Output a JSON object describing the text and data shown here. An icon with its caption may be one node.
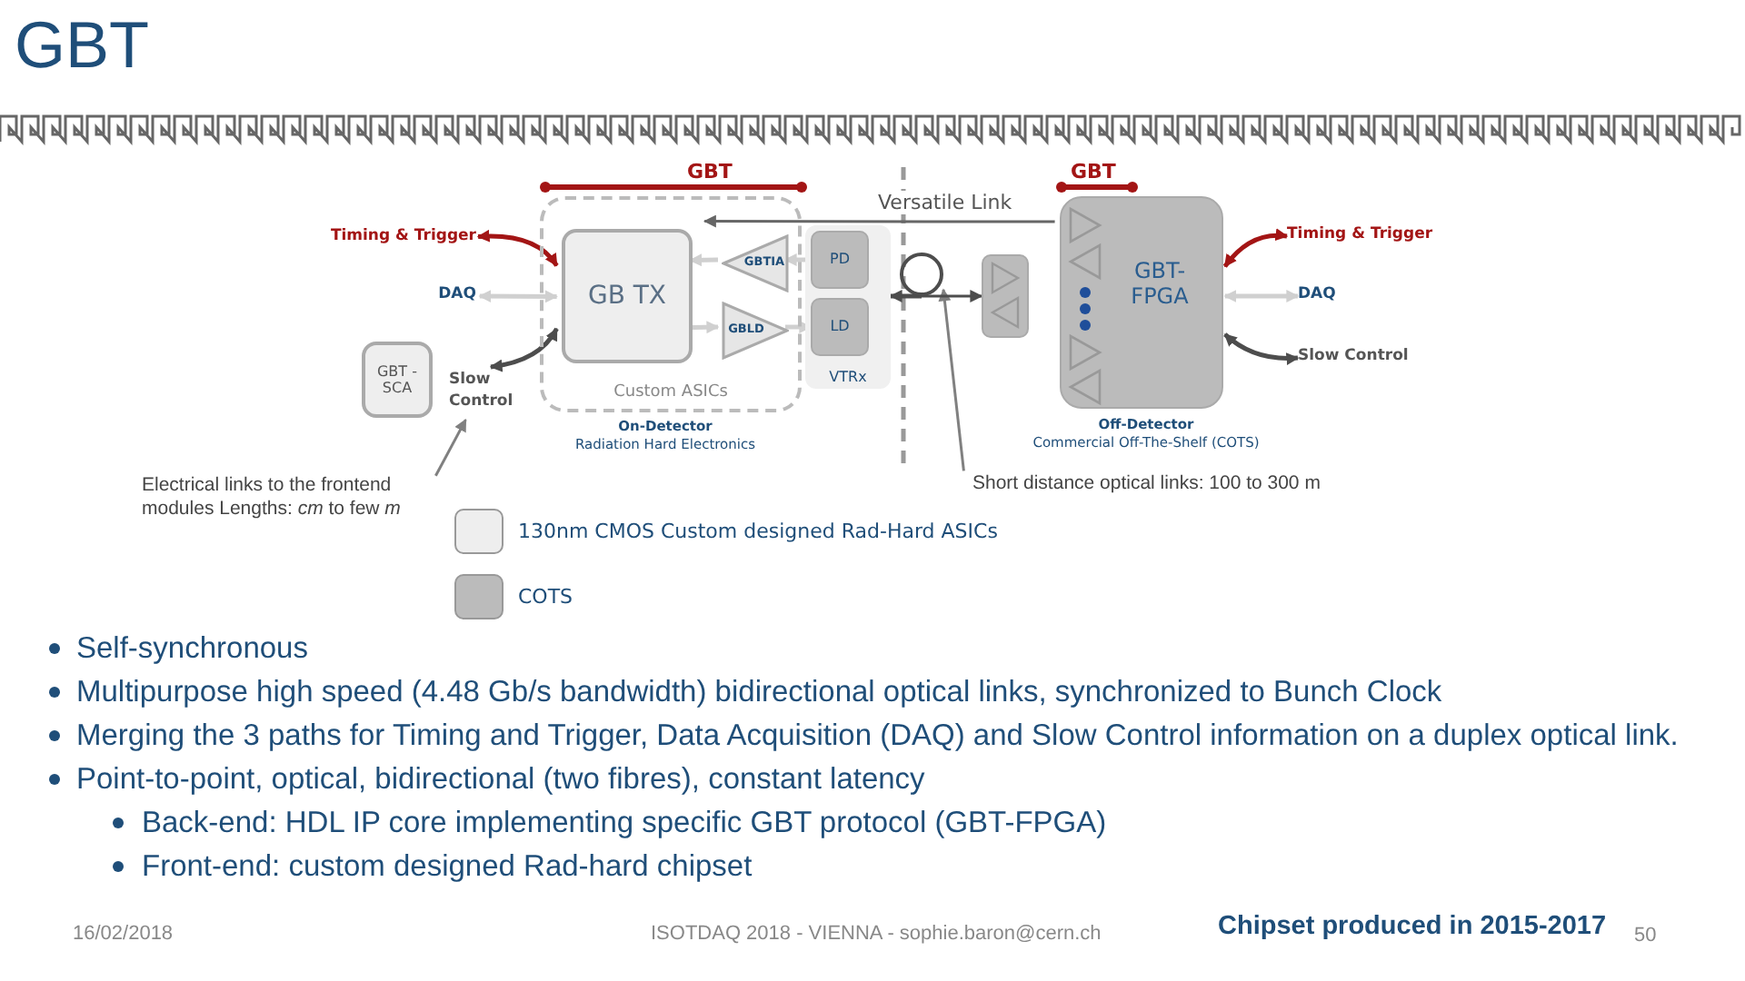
{
  "diagram": {
    "title": "GBT",
    "nodes": [
      {
        "text": [
          "Custom ASICs"
        ],
        "beside": [
          "On-Detector",
          "Radiation Hard Electronics"
        ]
      },
      {
        "text": [
          "GB TX"
        ],
        "in": 0
      },
      {
        "text": [
          "GBTIA"
        ],
        "in": 0
      },
      {
        "text": [
          "GBLD"
        ],
        "in": 0
      },
      {
        "text": [
          "VTRx"
        ]
      },
      {
        "text": [
          "PD"
        ],
        "in": 4
      },
      {
        "text": [
          "LD"
        ],
        "in": 4
      },
      {
        "text": [
          "Timing & Trigger"
        ]
      },
      {
        "text": [
          "DAQ"
        ]
      },
      {
        "text": [
          "Slow Control"
        ]
      },
      {
        "text": [
          "GBT - SCA"
        ]
      },
      {
        "text": [],
        "shape": "box"
      },
      {
        "text": [
          "GBT- FPGA"
        ],
        "beside": [
          "Off-Detector",
          "Commercial Off-The-Shelf (COTS)"
        ]
      },
      {
        "text": [
          "Timing & Trigger"
        ]
      },
      {
        "text": [
          "DAQ"
        ]
      },
      {
        "text": [
          "Slow Control"
        ]
      },
      {
        "text": [
          "Electrical links to the frontend modules Lengths: *cm* to few *m*"
        ]
      },
      {
        "text": [
          "Short distance optical links: 100 to 300 m"
        ]
      },
      {
        "text": [],
        "shape": "circle"
      }
    ],
    "edges": [
      {
        "from": 7,
        "to": 1,
        "arrow": "both",
        "color": "#a31515"
      },
      {
        "from": 8,
        "to": 1,
        "arrow": "both"
      },
      {
        "from": 9,
        "to": 1,
        "arrow": "both",
        "color": "#4d4d4d"
      },
      {
        "from": 2,
        "to": 1,
        "arrow": "to"
      },
      {
        "from": 1,
        "to": 3,
        "arrow": "to"
      },
      {
        "from": 5,
        "to": 2,
        "arrow": "to"
      },
      {
        "from": 3,
        "to": 6,
        "arrow": "to"
      },
      {
        "from": 18,
        "to": 4,
        "arrow": "to",
        "color": "#4d4d4d"
      },
      {
        "from": 13,
        "to": 12,
        "arrow": "both",
        "color": "#a31515"
      },
      {
        "from": 14,
        "to": 12,
        "arrow": "both"
      },
      {
        "from": 15,
        "to": 12,
        "arrow": "both",
        "color": "#4d4d4d"
      },
      {
        "from": 16,
        "to": 9,
        "arrow": "to",
        "color": "#808080"
      },
      {
        "from": 17,
        "to": 18,
        "arrow": "to",
        "color": "#808080"
      },
      {
        "from": 12,
        "to": 1,
        "arrow": "to",
        "label": "Versatile Link",
        "color": "#666666"
      },
      {
        "from": 18,
        "to": 11,
        "arrow": "to",
        "color": "#4d4d4d"
      }
    ],
    "labels": [
      "GBT",
      "GBT",
      "Self-synchronous",
      "Multipurpose high speed (4.48 Gb/s bandwidth) bidirectional optical links, synchronized to Bunch Clock",
      "Merging the 3 paths for Timing and Trigger, Data Acquisition (DAQ) and Slow Control information on a duplex optical link.",
      "Point-to-point, optical, bidirectional (two fibres), constant latency",
      "Back-end: HDL IP core implementing specific GBT protocol (GBT-FPGA)",
      "Front-end: custom designed Rad-hard chipset",
      "16/02/2018",
      "ISOTDAQ 2018 - VIENNA - sophie.baron@cern.ch",
      "Chipset produced in 2015-2017",
      "50"
    ],
    "legend": [
      {
        "text": "130nm CMOS Custom designed Rad-Hard ASICs",
        "color": "#eeeeee"
      },
      {
        "text": "COTS",
        "color": "#bbbbbb"
      }
    ]
  }
}
